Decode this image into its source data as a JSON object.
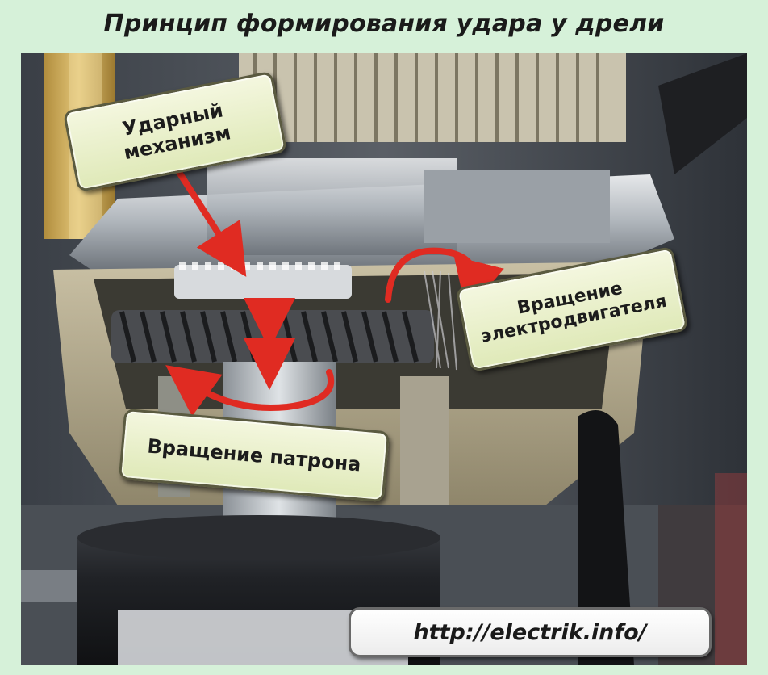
{
  "header": {
    "title": "Принцип формирования удара у дрели"
  },
  "diagram": {
    "labels": {
      "impact_mechanism": "Ударный\nмеханизм",
      "motor_rotation": "Вращение\nэлектродвигателя",
      "chuck_rotation": "Вращение патрона"
    },
    "arrow_color": "#e02b22"
  },
  "footer": {
    "url": "http://electrik.info/"
  }
}
